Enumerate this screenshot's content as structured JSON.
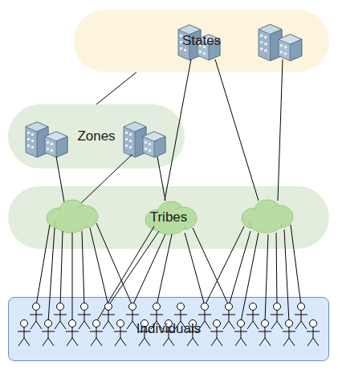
{
  "diagram": {
    "nodes": [
      {
        "text": [
          "States"
        ]
      },
      {
        "text": [
          "Zones"
        ]
      },
      {
        "text": [
          "Tribes"
        ]
      },
      {
        "text": [
          "Individuals"
        ]
      }
    ],
    "edges": [
      {
        "from": 1,
        "to": 0,
        "arrow": "none"
      }
    ]
  }
}
